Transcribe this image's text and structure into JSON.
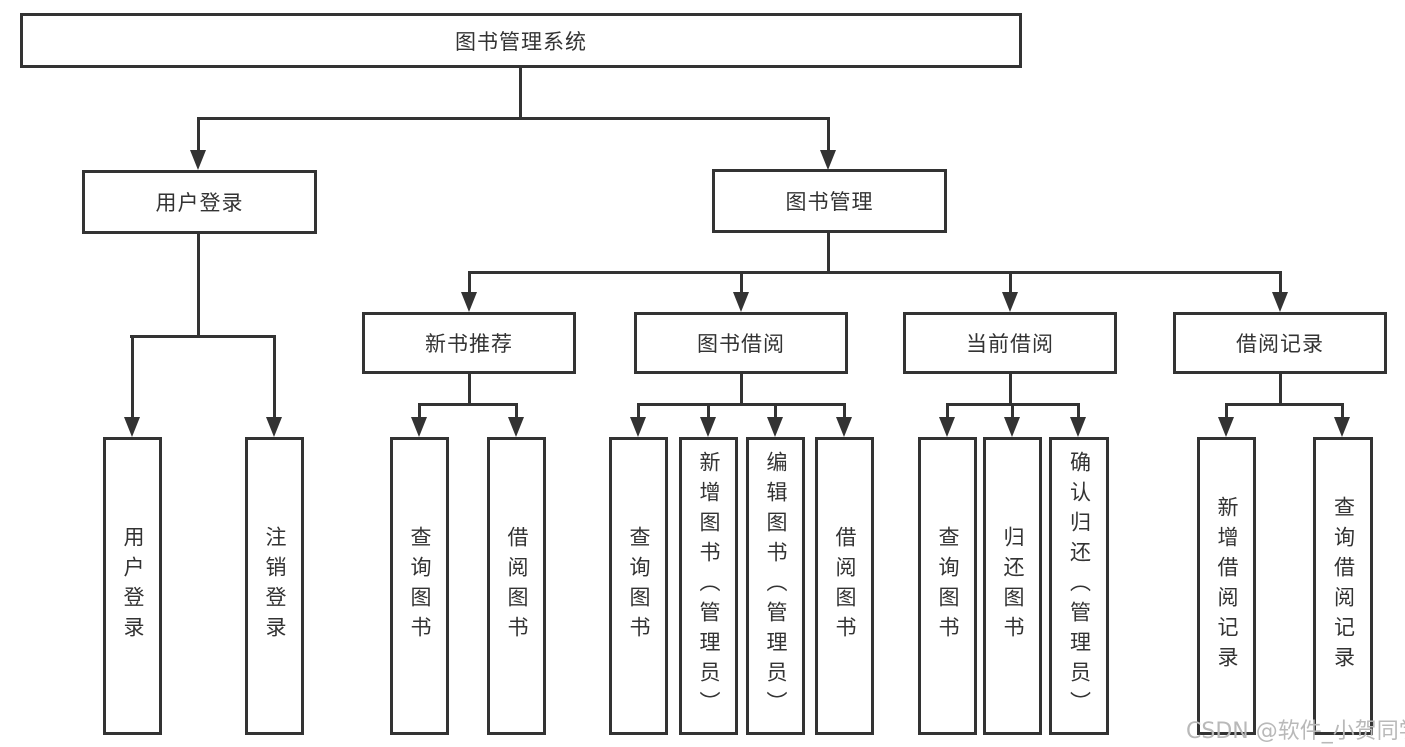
{
  "diagram_title": "图书管理系统",
  "nodes": {
    "root": {
      "label": "图书管理系统"
    },
    "level1": [
      {
        "id": "user-login",
        "label": "用户登录"
      },
      {
        "id": "book-management",
        "label": "图书管理"
      }
    ],
    "level2": [
      {
        "id": "new-book-recommend",
        "parent": "图书管理",
        "label": "新书推荐"
      },
      {
        "id": "book-borrowing",
        "parent": "图书管理",
        "label": "图书借阅"
      },
      {
        "id": "current-borrowing",
        "parent": "图书管理",
        "label": "当前借阅"
      },
      {
        "id": "borrowing-records",
        "parent": "图书管理",
        "label": "借阅记录"
      }
    ],
    "leaves": [
      {
        "id": "user-login-action",
        "parent": "用户登录",
        "label": "用户登录"
      },
      {
        "id": "logout-action",
        "parent": "用户登录",
        "label": "注销登录"
      },
      {
        "id": "query-books-recommend",
        "parent": "新书推荐",
        "label": "查询图书"
      },
      {
        "id": "borrow-books-recommend",
        "parent": "新书推荐",
        "label": "借阅图书"
      },
      {
        "id": "query-books-borrowing",
        "parent": "图书借阅",
        "label": "查询图书"
      },
      {
        "id": "add-book-admin",
        "parent": "图书借阅",
        "label": "新增图书（管理员）"
      },
      {
        "id": "edit-book-admin",
        "parent": "图书借阅",
        "label": "编辑图书（管理员）"
      },
      {
        "id": "borrow-books-borrowing",
        "parent": "图书借阅",
        "label": "借阅图书"
      },
      {
        "id": "query-books-current",
        "parent": "当前借阅",
        "label": "查询图书"
      },
      {
        "id": "return-book",
        "parent": "当前借阅",
        "label": "归还图书"
      },
      {
        "id": "confirm-return-admin",
        "parent": "当前借阅",
        "label": "确认归还（管理员）"
      },
      {
        "id": "add-borrow-record",
        "parent": "借阅记录",
        "label": "新增借阅记录"
      },
      {
        "id": "query-borrow-record",
        "parent": "借阅记录",
        "label": "查询借阅记录"
      }
    ]
  },
  "watermark": "CSDN @软件_小贺同学",
  "colors": {
    "line": "#333333",
    "text": "#333333",
    "background": "#ffffff",
    "watermark": "#b9b9b9"
  }
}
